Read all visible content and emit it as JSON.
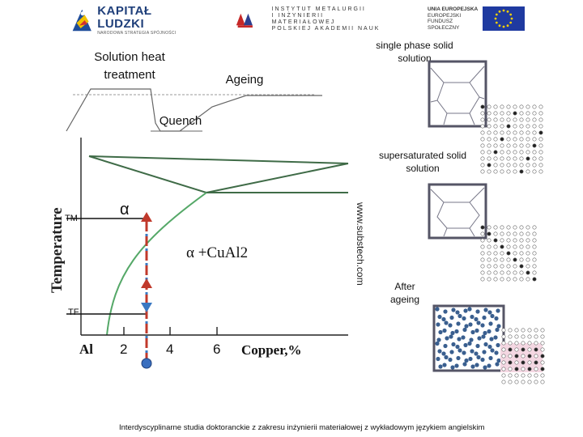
{
  "header": {
    "logo_left": {
      "title": "KAPITAŁ LUDZKI",
      "subtitle": "NARODOWA STRATEGIA SPÓJNOŚCI"
    },
    "logo_center": {
      "lines": [
        "INSTYTUT METALURGII",
        "I INŻYNIERII MATERIAŁOWEJ",
        "POLSKIEJ AKADEMII NAUK"
      ]
    },
    "logo_right": {
      "lines": [
        "UNIA EUROPEJSKA",
        "EUROPEJSKI",
        "FUNDUSZ SPOŁECZNY"
      ]
    }
  },
  "process": {
    "solution_heat_treatment": "Solution heat treatment",
    "ageing": "Ageing",
    "quench": "Quench"
  },
  "phase_diagram": {
    "alpha_label": "α",
    "two_phase_label": "α  +CuAl2",
    "ylabel": "Temperature",
    "xlabel": "Copper,%",
    "x_ticks": [
      "Al",
      "2",
      "4",
      "6"
    ],
    "tm_label": "TM",
    "tf_label": "TF",
    "watermark": "www.substech.com"
  },
  "microstructure": {
    "single_phase": "single phase solid solution",
    "supersaturated": "supersaturated solid solution",
    "after_ageing": "After ageing"
  },
  "footer": {
    "text": "Interdyscyplinarne studia doktoranckie z zakresu inżynierii materiałowej z wykładowym językiem angielskim"
  }
}
